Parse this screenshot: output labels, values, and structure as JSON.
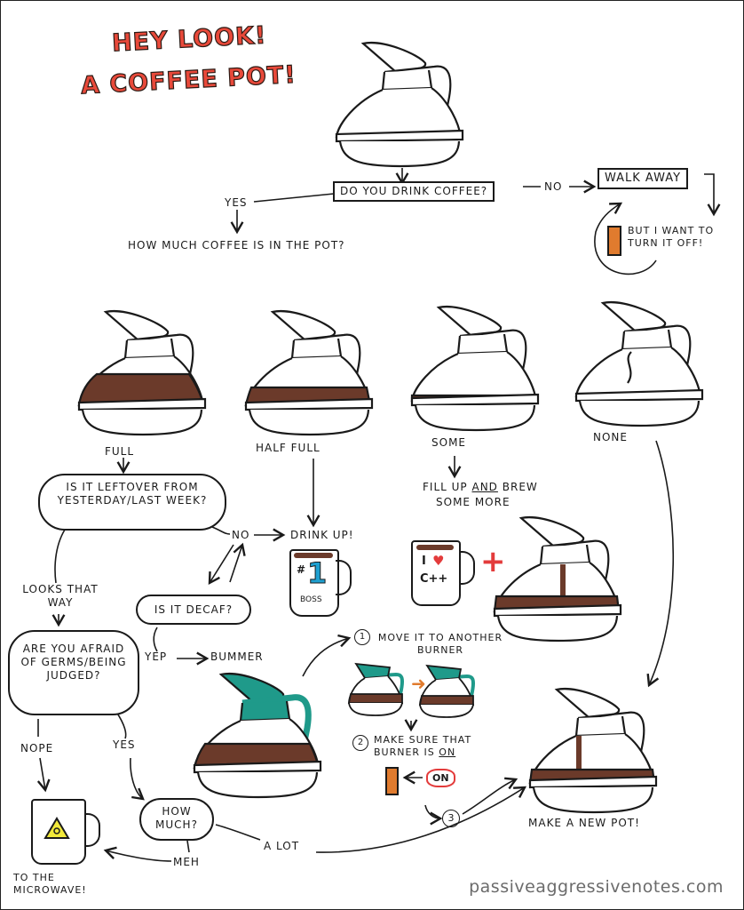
{
  "title": {
    "line1": "HEY LOOK!",
    "line2": "A COFFEE POT!"
  },
  "colors": {
    "title_red": "#e8493a",
    "coffee": "#6b3a2a",
    "teal": "#1f9a8a",
    "switch_orange": "#e07b2e",
    "cross_red": "#e33b3b",
    "number_blue": "#1fa0d0",
    "hazard_yellow": "#f2e93a",
    "url_gray": "#6b6b6b"
  },
  "start": {
    "question": "DO YOU DRINK COFFEE?",
    "no_label": "NO",
    "yes_label": "YES"
  },
  "walk_away": {
    "label": "WALK AWAY",
    "switch_note": "BUT I WANT TO TURN IT OFF!"
  },
  "how_much": {
    "question": "HOW MUCH COFFEE IS IN THE POT?"
  },
  "levels": [
    {
      "label": "FULL",
      "fill": 0.7
    },
    {
      "label": "HALF FULL",
      "fill": 0.45
    },
    {
      "label": "SOME",
      "fill": 0.12
    },
    {
      "label": "NONE",
      "fill": 0
    }
  ],
  "full_branch": {
    "leftover_q": "IS IT LEFTOVER FROM YESTERDAY/LAST WEEK?",
    "no_label": "NO",
    "drink_up": "DRINK UP!",
    "boss_mug": {
      "hash": "#",
      "number": "1",
      "word": "BOSS"
    },
    "decaf_q": "IS IT DECAF?",
    "yep_label": "YEP",
    "bummer": "BUMMER",
    "looks_that_way": "LOOKS THAT WAY",
    "germs_q": "ARE YOU AFRAID OF GERMS/BEING JUDGED?",
    "nope_label": "NOPE",
    "yes_label": "YES",
    "how_much_q": "HOW MUCH?",
    "meh_label": "MEH",
    "a_lot_label": "A LOT",
    "microwave": "TO THE MICROWAVE!"
  },
  "some_branch": {
    "instruction_pre": "FILL UP",
    "instruction_and": "AND",
    "instruction_post": "BREW",
    "instruction_line2": "SOME MORE",
    "mug_text": {
      "line1": "I",
      "heart": "♥",
      "line2": "C++"
    },
    "plus": "+"
  },
  "bummer_steps": [
    {
      "num": "1",
      "text": "MOVE IT TO ANOTHER BURNER"
    },
    {
      "num": "2",
      "text_pre": "MAKE SURE THAT BURNER IS",
      "text_on": "ON"
    },
    {
      "num": "3"
    }
  ],
  "on_badge": "ON",
  "make_new_pot": "MAKE A NEW POT!",
  "footer_url": "passiveaggressivenotes.com"
}
